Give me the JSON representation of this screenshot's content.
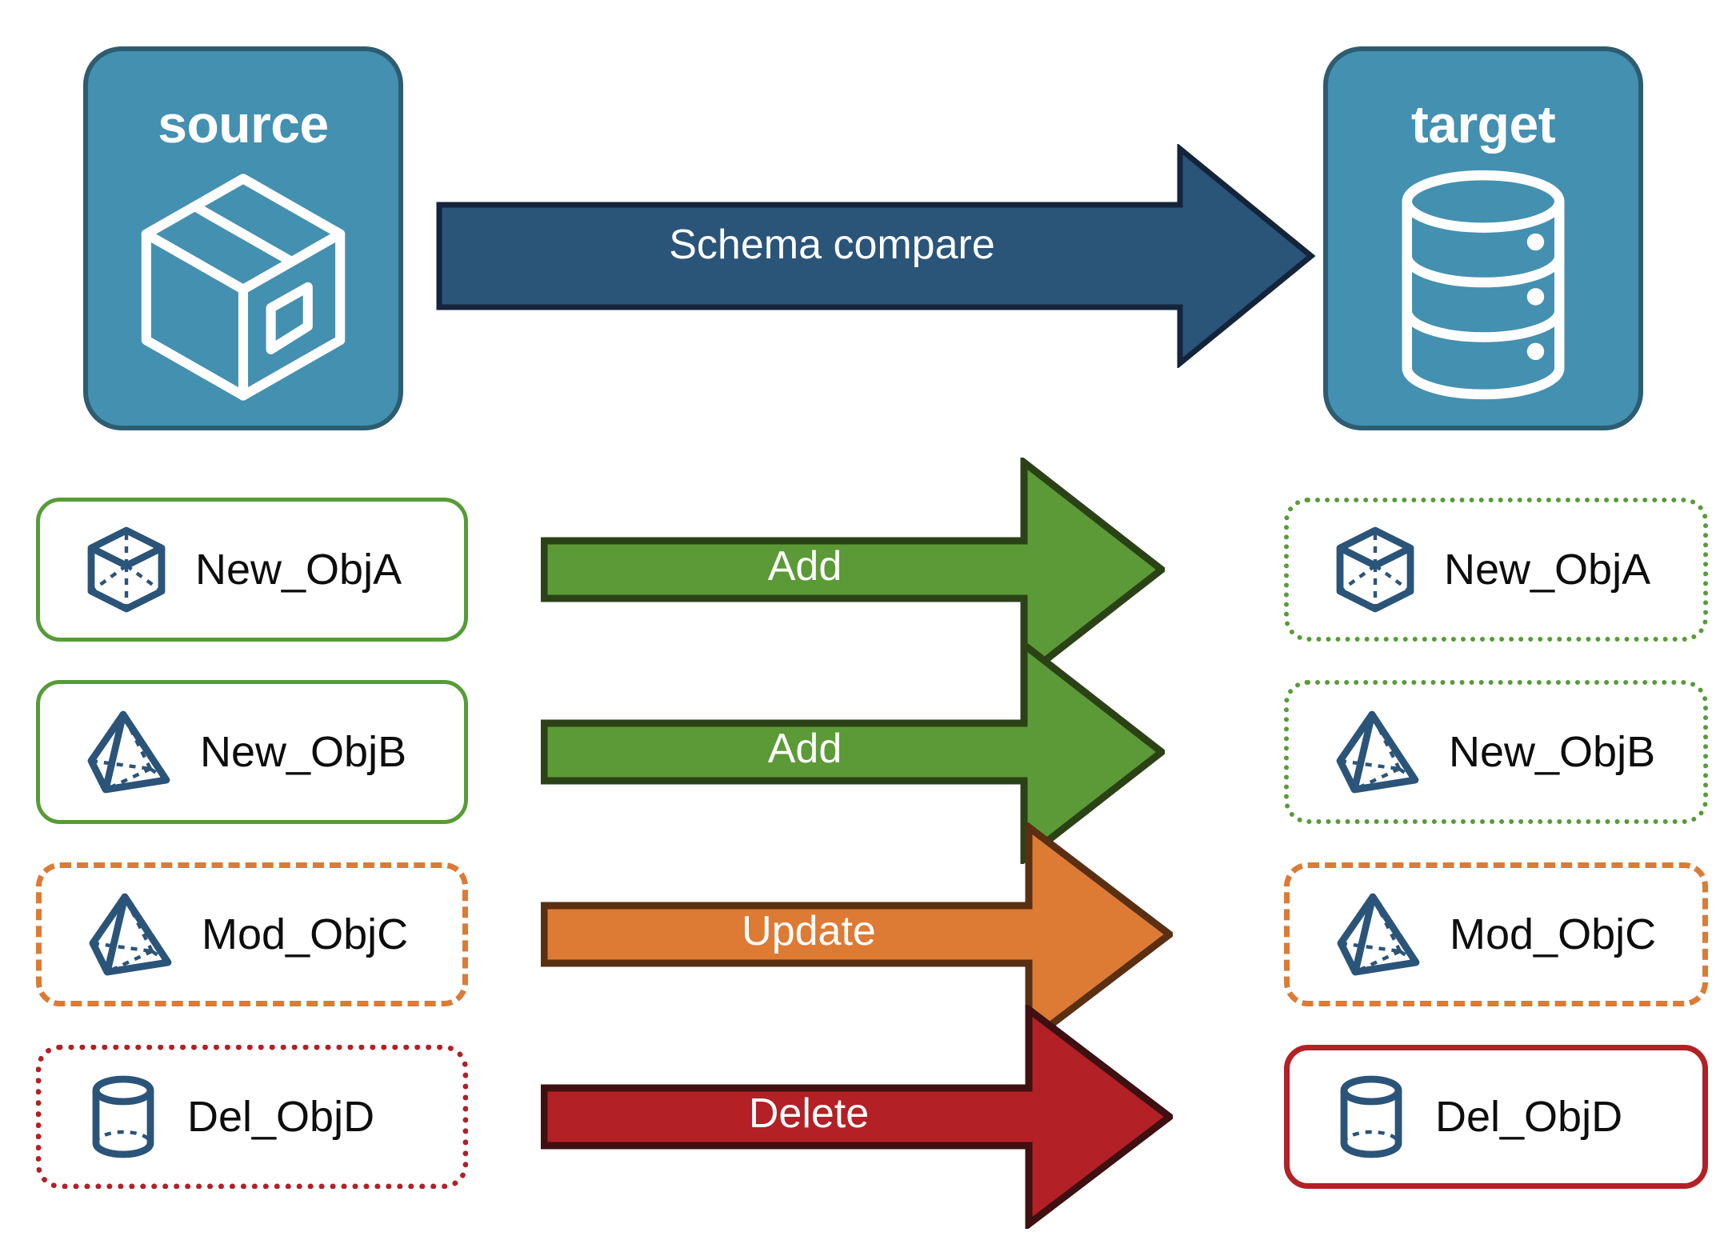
{
  "diagram": {
    "title_source": "source",
    "title_target": "target",
    "compare_arrow_label": "Schema compare",
    "colors": {
      "endpoint_fill": "#4490B0",
      "endpoint_border": "#2E5C70",
      "compare_arrow_fill": "#2B5479",
      "compare_arrow_border": "#14243A",
      "add_fill": "#5B9A36",
      "add_border": "#2B4217",
      "update_fill": "#DD7B35",
      "update_border": "#5B2F12",
      "delete_fill": "#B32025",
      "delete_border": "#3F1011",
      "object_icon": "#2B5479",
      "label_text": "#0D0D0D"
    },
    "icons": {
      "source": "package-box-icon",
      "target": "database-cylinder-icon"
    }
  },
  "rows": [
    {
      "action": "Add",
      "action_kind": "add",
      "source": {
        "label": "New_ObjA",
        "icon": "wireframe-cube-icon",
        "border_style": "solid-green"
      },
      "target": {
        "label": "New_ObjA",
        "icon": "wireframe-cube-icon",
        "border_style": "dotted-green"
      }
    },
    {
      "action": "Add",
      "action_kind": "add",
      "source": {
        "label": "New_ObjB",
        "icon": "wireframe-pyramid-icon",
        "border_style": "solid-green"
      },
      "target": {
        "label": "New_ObjB",
        "icon": "wireframe-pyramid-icon",
        "border_style": "dotted-green"
      }
    },
    {
      "action": "Update",
      "action_kind": "update",
      "source": {
        "label": "Mod_ObjC",
        "icon": "wireframe-pyramid-icon",
        "border_style": "dashed-orange"
      },
      "target": {
        "label": "Mod_ObjC",
        "icon": "wireframe-pyramid-icon",
        "border_style": "dashed-orange"
      }
    },
    {
      "action": "Delete",
      "action_kind": "delete",
      "source": {
        "label": "Del_ObjD",
        "icon": "wireframe-cylinder-icon",
        "border_style": "dotted-red"
      },
      "target": {
        "label": "Del_ObjD",
        "icon": "wireframe-cylinder-icon",
        "border_style": "solid-red"
      }
    }
  ]
}
